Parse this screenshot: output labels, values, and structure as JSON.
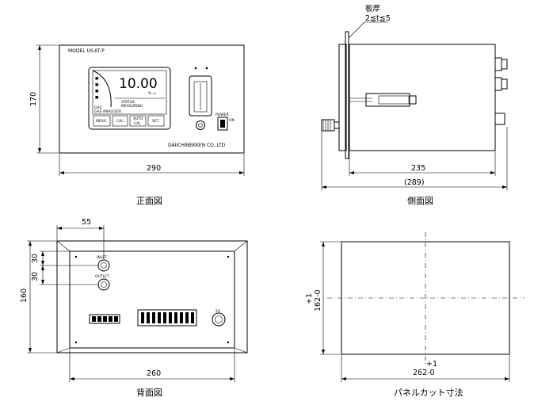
{
  "front": {
    "model": "MODEL US-ⅡT-P",
    "display_value": "10.00",
    "display_unit": "% ▭",
    "status": "STATUS",
    "measuring": "MEASURING",
    "gas_analyzer": "GAS ANALYZER",
    "btn1": "MEAS.",
    "btn2": "CAL.",
    "btn3_line1": "AUTO",
    "btn3_line2": "CAL",
    "btn4": "SET",
    "power": "POWER",
    "on": "ON",
    "maker": "DAIICHINEKKEN CO.,LTD",
    "dim_width": "290",
    "dim_height": "170",
    "caption": "正面図"
  },
  "side": {
    "plate_label": "板厚",
    "plate_range": "2≦t≦5",
    "dim_depth": "235",
    "dim_total": "(289)",
    "caption": "側面図"
  },
  "back": {
    "dim_port_offset": "55",
    "dim_pitch_1": "30",
    "dim_pitch_2": "30",
    "inlet": "INLET",
    "outlet": "OUTLET",
    "power_label": "2A",
    "dim_width": "260",
    "dim_height": "160",
    "caption": "背面図"
  },
  "cutout": {
    "dim_height_tol": "+1",
    "dim_height": "162-0",
    "dim_width_tol": "+1",
    "dim_width": "262-0",
    "caption": "パネルカット寸法"
  }
}
